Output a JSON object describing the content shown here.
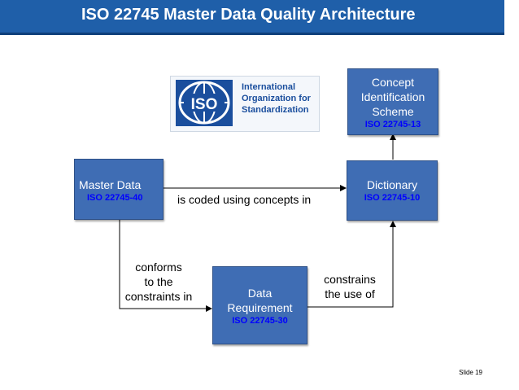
{
  "title": "ISO 22745 Master Data Quality Architecture",
  "logo": {
    "emblem_text": "ISO",
    "line1": "International",
    "line2": "Organization for",
    "line3": "Standardization"
  },
  "nodes": {
    "master_data": {
      "label": "Master Data",
      "iso": "ISO 22745-40"
    },
    "dictionary": {
      "label": "Dictionary",
      "iso": "ISO 22745-10"
    },
    "concept": {
      "line1": "Concept",
      "line2": "Identification",
      "line3": "Scheme",
      "iso": "ISO 22745-13"
    },
    "data_req": {
      "line1": "Data",
      "line2": "Requirement",
      "iso": "ISO 22745-30"
    }
  },
  "edges": {
    "coded": "is coded using concepts in",
    "conforms": {
      "line1": "conforms",
      "line2": "to the",
      "line3": "constraints in"
    },
    "constrains": {
      "line1": "constrains",
      "line2": "the use of"
    }
  },
  "slide_number": "Slide 19",
  "colors": {
    "title_bar": "#1f5fa9",
    "box_fill": "#3f6db4",
    "iso_text": "#0000ff"
  }
}
